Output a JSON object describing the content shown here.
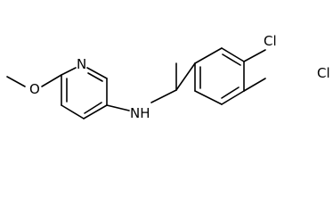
{
  "molecule": {
    "atoms": {
      "ring_nitrogen": "N",
      "amine": "NH",
      "chlorine_upper": "Cl",
      "chlorine_lower": "Cl",
      "ether_oxygen": "O"
    }
  }
}
